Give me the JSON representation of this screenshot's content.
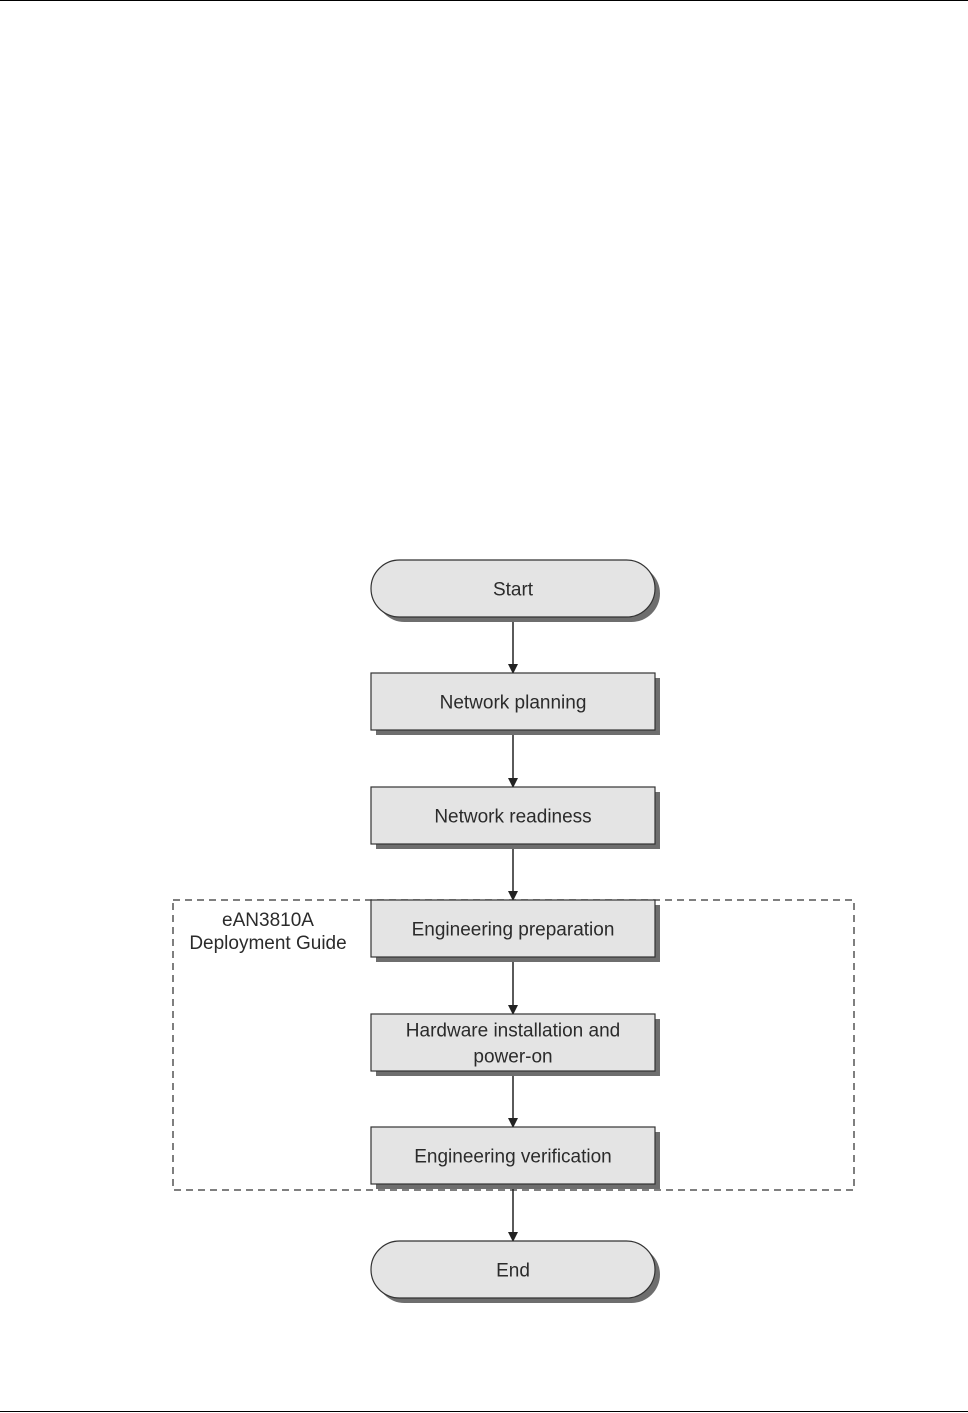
{
  "flowchart": {
    "nodes": [
      {
        "id": "start",
        "shape": "terminal",
        "lines": [
          "Start"
        ]
      },
      {
        "id": "planning",
        "shape": "process",
        "lines": [
          "Network planning"
        ]
      },
      {
        "id": "readiness",
        "shape": "process",
        "lines": [
          "Network readiness"
        ]
      },
      {
        "id": "prep",
        "shape": "process",
        "lines": [
          "Engineering preparation"
        ]
      },
      {
        "id": "hw",
        "shape": "process",
        "lines": [
          "Hardware installation and",
          "power-on"
        ]
      },
      {
        "id": "verify",
        "shape": "process",
        "lines": [
          "Engineering verification"
        ]
      },
      {
        "id": "end",
        "shape": "terminal",
        "lines": [
          "End"
        ]
      }
    ],
    "edges": [
      [
        "start",
        "planning"
      ],
      [
        "planning",
        "readiness"
      ],
      [
        "readiness",
        "prep"
      ],
      [
        "prep",
        "hw"
      ],
      [
        "hw",
        "verify"
      ],
      [
        "verify",
        "end"
      ]
    ],
    "group": {
      "lines": [
        "eAN3810A",
        "Deployment Guide"
      ],
      "members": [
        "prep",
        "hw",
        "verify"
      ]
    }
  },
  "colors": {
    "node_fill": "#e4e4e4",
    "node_stroke": "#333333",
    "shadow": "#6e6e6e",
    "text": "#2b2b2b",
    "group_border": "#555555"
  }
}
